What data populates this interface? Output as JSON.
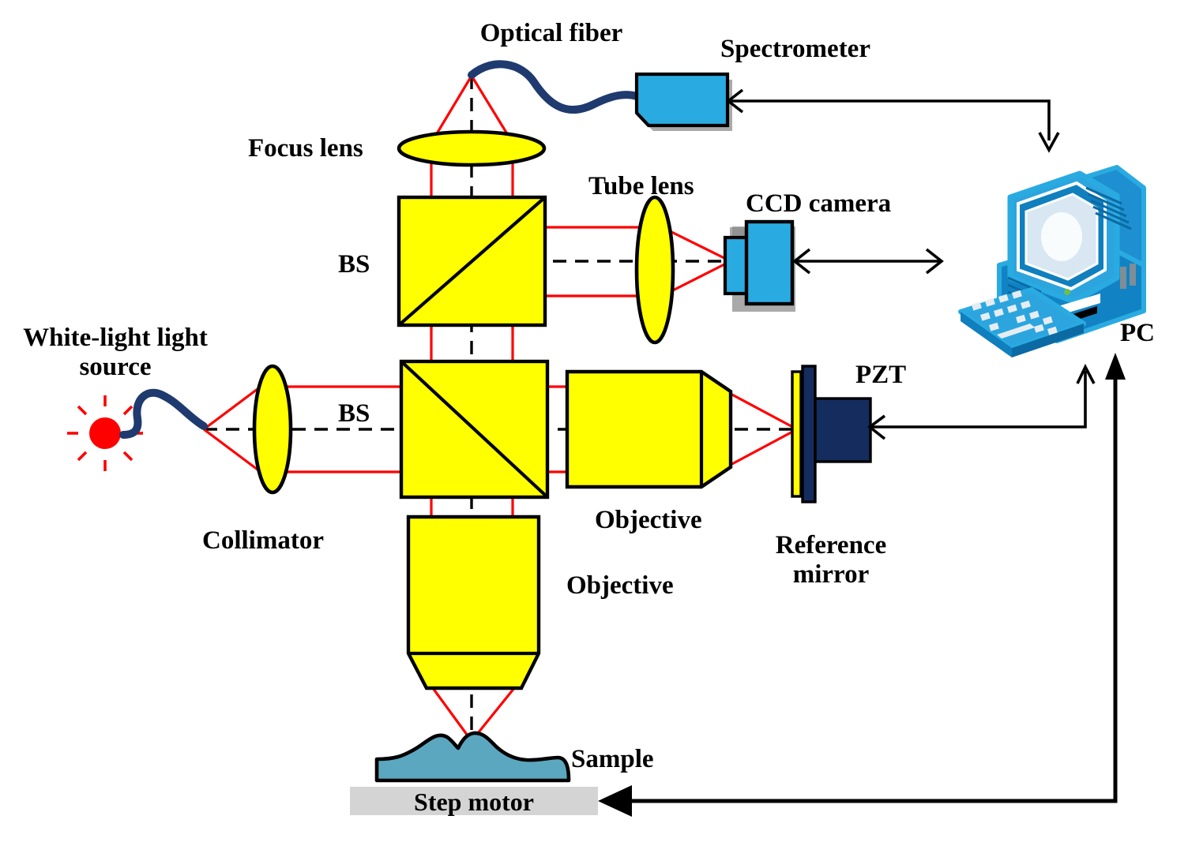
{
  "diagram": {
    "title": "White-light interferometric microscope schematic",
    "background_color": "#ffffff",
    "colors": {
      "optic_yellow": "#ffff00",
      "device_blue": "#29ABE2",
      "pzt_navy": "#152C5E",
      "fiber_navy": "#1F3A6E",
      "sample_teal": "#5BA7BF",
      "beam_red": "#ff0000",
      "source_red": "#ff0000",
      "motor_gray": "#d4d4d4",
      "outline_black": "#000000",
      "shadow_gray": "#8c8c8c"
    }
  },
  "labels": {
    "optical_fiber": "Optical fiber",
    "spectrometer": "Spectrometer",
    "focus_lens": "Focus lens",
    "tube_lens": "Tube lens",
    "ccd_camera": "CCD camera",
    "bs_upper": "BS",
    "bs_lower": "BS",
    "white_light_source": "White-light light\nsource",
    "collimator": "Collimator",
    "objective_horizontal": "Objective",
    "objective_vertical": "Objective",
    "pzt": "PZT",
    "reference_mirror": "Reference\nmirror",
    "pc": "PC",
    "sample": "Sample",
    "step_motor": "Step motor"
  },
  "components": [
    {
      "name": "white-light-source",
      "label": "White-light light source",
      "kind": "source",
      "color": "#ff0000"
    },
    {
      "name": "optical-fiber-source",
      "label": "Optical fiber",
      "kind": "fiber",
      "color": "#1F3A6E"
    },
    {
      "name": "collimator-lens",
      "label": "Collimator",
      "kind": "lens",
      "color": "#ffff00"
    },
    {
      "name": "beam-splitter-lower",
      "label": "BS",
      "kind": "beam-splitter",
      "color": "#ffff00"
    },
    {
      "name": "objective-horizontal",
      "label": "Objective",
      "kind": "objective",
      "color": "#ffff00"
    },
    {
      "name": "reference-mirror",
      "label": "Reference mirror",
      "kind": "mirror",
      "color": "#ffff00"
    },
    {
      "name": "pzt-actuator",
      "label": "PZT",
      "kind": "actuator",
      "color": "#152C5E"
    },
    {
      "name": "objective-vertical",
      "label": "Objective",
      "kind": "objective",
      "color": "#ffff00"
    },
    {
      "name": "sample",
      "label": "Sample",
      "kind": "specimen",
      "color": "#5BA7BF"
    },
    {
      "name": "step-motor",
      "label": "Step motor",
      "kind": "stage",
      "color": "#d4d4d4"
    },
    {
      "name": "beam-splitter-upper",
      "label": "BS",
      "kind": "beam-splitter",
      "color": "#ffff00"
    },
    {
      "name": "tube-lens",
      "label": "Tube lens",
      "kind": "lens",
      "color": "#ffff00"
    },
    {
      "name": "ccd-camera",
      "label": "CCD camera",
      "kind": "detector",
      "color": "#29ABE2"
    },
    {
      "name": "focus-lens",
      "label": "Focus lens",
      "kind": "lens",
      "color": "#ffff00"
    },
    {
      "name": "optical-fiber-spectrometer",
      "label": "Optical fiber",
      "kind": "fiber",
      "color": "#1F3A6E"
    },
    {
      "name": "spectrometer",
      "label": "Spectrometer",
      "kind": "detector",
      "color": "#29ABE2"
    },
    {
      "name": "pc",
      "label": "PC",
      "kind": "computer",
      "color": "#29ABE2"
    }
  ],
  "connections": [
    {
      "from": "spectrometer",
      "to": "pc",
      "style": "thin",
      "arrowheads": "single"
    },
    {
      "from": "ccd-camera",
      "to": "pc",
      "style": "thin",
      "arrowheads": "double"
    },
    {
      "from": "pc",
      "to": "pzt-actuator",
      "style": "thin",
      "arrowheads": "single"
    },
    {
      "from": "pc",
      "to": "step-motor",
      "style": "thick",
      "arrowheads": "single"
    }
  ]
}
